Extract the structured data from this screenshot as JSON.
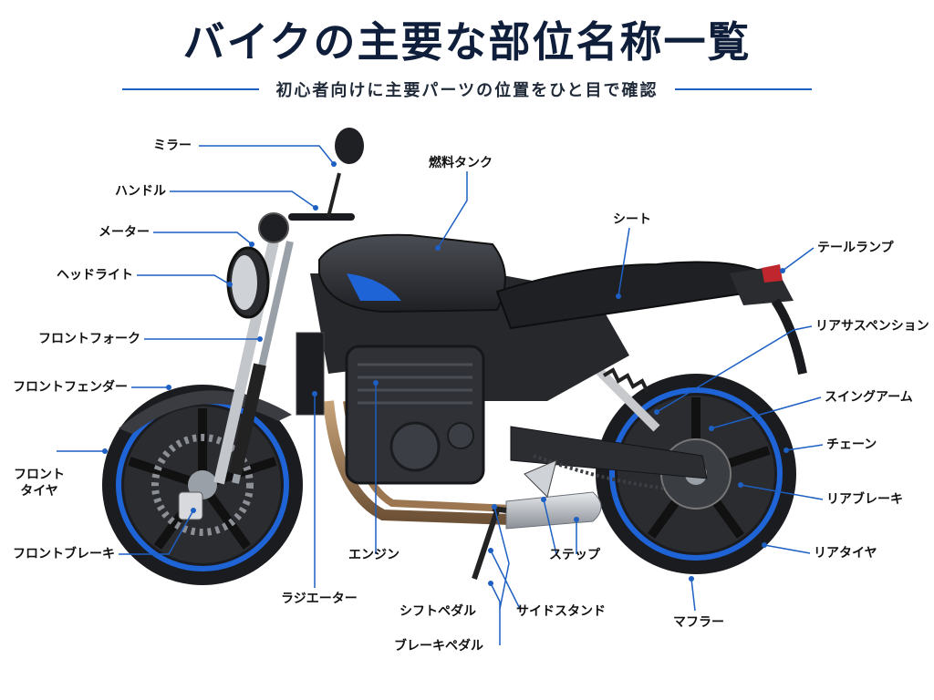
{
  "header": {
    "title": "バイクの主要な部位名称一覧",
    "subtitle": "初心者向けに主要パーツの位置をひと目で確認"
  },
  "colors": {
    "accent": "#1d5fc2",
    "title": "#0f1e3a",
    "body_dark": "#2b2d31",
    "rim_blue": "#1f64d6"
  },
  "labels": {
    "mirror": "ミラー",
    "handle": "ハンドル",
    "meter": "メーター",
    "headlight": "ヘッドライト",
    "front_fork": "フロントフォーク",
    "front_fender": "フロントフェンダー",
    "front_tire_line1": "フロント",
    "front_tire_line2": "タイヤ",
    "front_brake": "フロントブレーキ",
    "fuel_tank": "燃料タンク",
    "seat": "シート",
    "tail_lamp": "テールランプ",
    "rear_suspension": "リアサスペンション",
    "swing_arm": "スイングアーム",
    "chain": "チェーン",
    "rear_brake": "リアブレーキ",
    "rear_tire": "リアタイヤ",
    "muffler": "マフラー",
    "engine": "エンジン",
    "step": "ステップ",
    "side_stand": "サイドスタンド",
    "shift_pedal": "シフトペダル",
    "radiator": "ラジエーター",
    "brake_pedal": "ブレーキペダル"
  }
}
